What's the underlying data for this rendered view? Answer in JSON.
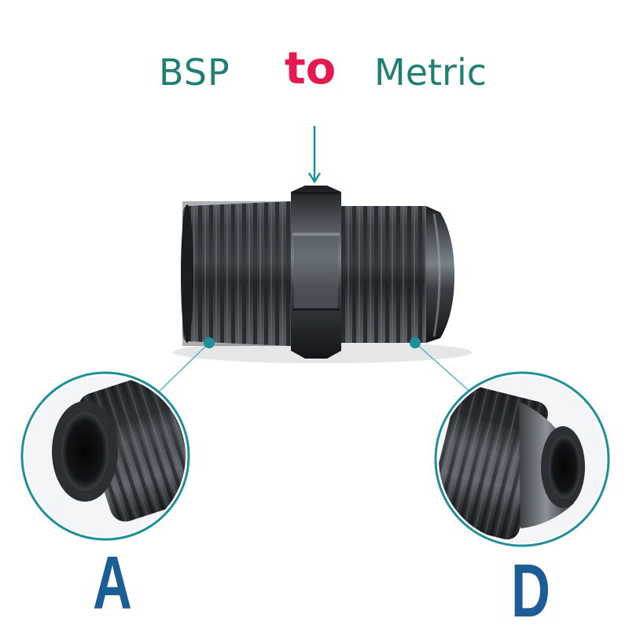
{
  "title": {
    "left_word": "BSP",
    "middle_word": "to",
    "right_word": "Metric"
  },
  "callouts": {
    "left_label": "A",
    "right_label": "D"
  },
  "colors": {
    "teal_text": "#1f7f73",
    "pink_text": "#e5194f",
    "letter_blue": "#1d5d96",
    "callout_teal": "#1f8f98",
    "metal_dark": "#2a2d31"
  },
  "icons": [
    "down-arrow-icon"
  ]
}
